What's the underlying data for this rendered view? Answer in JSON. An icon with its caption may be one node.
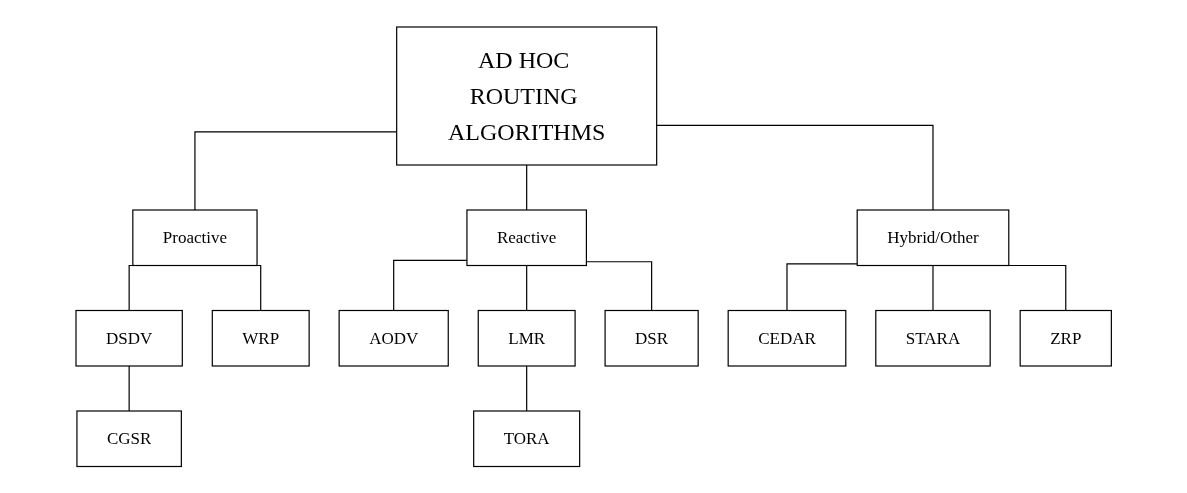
{
  "diagram": {
    "nodes": [
      {
        "text": [
          "AD HOC ROUTING ALGORITHMS"
        ]
      },
      {
        "text": [
          "Proactive"
        ]
      },
      {
        "text": [
          "Reactive"
        ]
      },
      {
        "text": [
          "Hybrid/Other"
        ]
      },
      {
        "text": [
          "DSDV"
        ]
      },
      {
        "text": [
          "WRP"
        ]
      },
      {
        "text": [
          "AODV"
        ]
      },
      {
        "text": [
          "LMR"
        ]
      },
      {
        "text": [
          "DSR"
        ]
      },
      {
        "text": [
          "CEDAR"
        ]
      },
      {
        "text": [
          "STARA"
        ]
      },
      {
        "text": [
          "ZRP"
        ]
      },
      {
        "text": [
          "CGSR"
        ]
      },
      {
        "text": [
          "TORA"
        ]
      }
    ],
    "edges": [
      {
        "from": 0,
        "to": 1,
        "arrow": "none"
      },
      {
        "from": 0,
        "to": 2,
        "arrow": "none"
      },
      {
        "from": 0,
        "to": 3,
        "arrow": "none"
      },
      {
        "from": 1,
        "to": 4,
        "arrow": "none"
      },
      {
        "from": 1,
        "to": 5,
        "arrow": "none"
      },
      {
        "from": 2,
        "to": 6,
        "arrow": "none"
      },
      {
        "from": 2,
        "to": 7,
        "arrow": "none"
      },
      {
        "from": 2,
        "to": 8,
        "arrow": "none"
      },
      {
        "from": 3,
        "to": 9,
        "arrow": "none"
      },
      {
        "from": 3,
        "to": 10,
        "arrow": "none"
      },
      {
        "from": 3,
        "to": 11,
        "arrow": "none"
      },
      {
        "from": 4,
        "to": 12,
        "arrow": "none"
      },
      {
        "from": 7,
        "to": 13,
        "arrow": "none"
      }
    ]
  }
}
